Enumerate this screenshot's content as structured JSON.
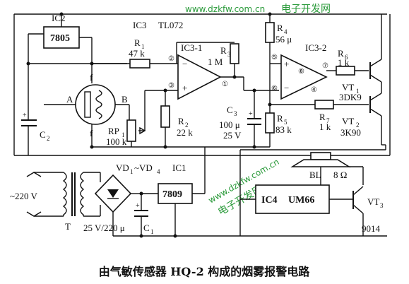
{
  "watermark": {
    "url": "www.dzkfw.com.cn",
    "site_name": "电子开发网"
  },
  "components": {
    "ic2": "IC2",
    "ic2_part": "7805",
    "ic3_title": "IC3",
    "ic3_part": "TL072",
    "ic3_1": "IC3-1",
    "ic3_2": "IC3-2",
    "r1": "R",
    "r1_sub": "1",
    "r1_val": "47 k",
    "r2": "R",
    "r2_sub": "2",
    "r2_val": "22 k",
    "r3": "R",
    "r3_sub": "3",
    "r3_val": "1 M",
    "r4": "R",
    "r4_sub": "4",
    "r4_val": "56 μ",
    "r5": "R",
    "r5_sub": "5",
    "r5_val": "83 k",
    "r6": "R",
    "r6_sub": "6",
    "r6_val": "1 k",
    "r7": "R",
    "r7_sub": "7",
    "r7_val": "1 k",
    "rp1": "RP",
    "rp1_sub": "1",
    "rp1_val": "100 k",
    "c2": "C",
    "c2_sub": "2",
    "c3": "C",
    "c3_sub": "3",
    "c3_val1": "100 μ",
    "c3_val2": "25 V",
    "c1": "C",
    "c1_sub": "1",
    "c1_val": "25 V/220 μ",
    "vt1": "VT",
    "vt1_sub": "1",
    "vt1_part": "3DK9",
    "vt2": "VT",
    "vt2_sub": "2",
    "vt2_part": "3K90",
    "vt3": "VT",
    "vt3_sub": "3",
    "vt3_part": "9014",
    "vd": "VD",
    "vd_sub1": "1",
    "vd_tilde": "~VD",
    "vd_sub4": "4",
    "ic1": "IC1",
    "ic1_part": "7809",
    "ic4": "IC4",
    "ic4_part": "UM66",
    "bl": "BL",
    "bl_val": "8 Ω",
    "mains": "~220 V",
    "transformer": "T",
    "sensor_a": "A",
    "sensor_b": "B",
    "sensor_f1": "f",
    "sensor_f2": "f",
    "pins": {
      "p1": "①",
      "p2": "②",
      "p3": "③",
      "p5": "⑤",
      "p6": "⑥",
      "p7": "⑦",
      "p8": "⑧",
      "p4": "④"
    }
  },
  "caption": "由气敏传感器 HQ-2 构成的烟雾报警电路"
}
